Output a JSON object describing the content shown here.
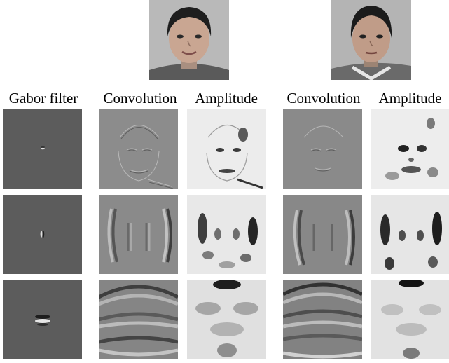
{
  "column_headers": {
    "gabor_filter": "Gabor filter",
    "convolution_1": "Convolution",
    "amplitude_1": "Amplitude",
    "convolution_2": "Convolution",
    "amplitude_2": "Amplitude"
  },
  "colors": {
    "filter_background": "#5c5c5c",
    "convolution_background": "#8a8a8a",
    "amplitude_background": "#ececec",
    "photo_background": "#b4b4b4"
  }
}
